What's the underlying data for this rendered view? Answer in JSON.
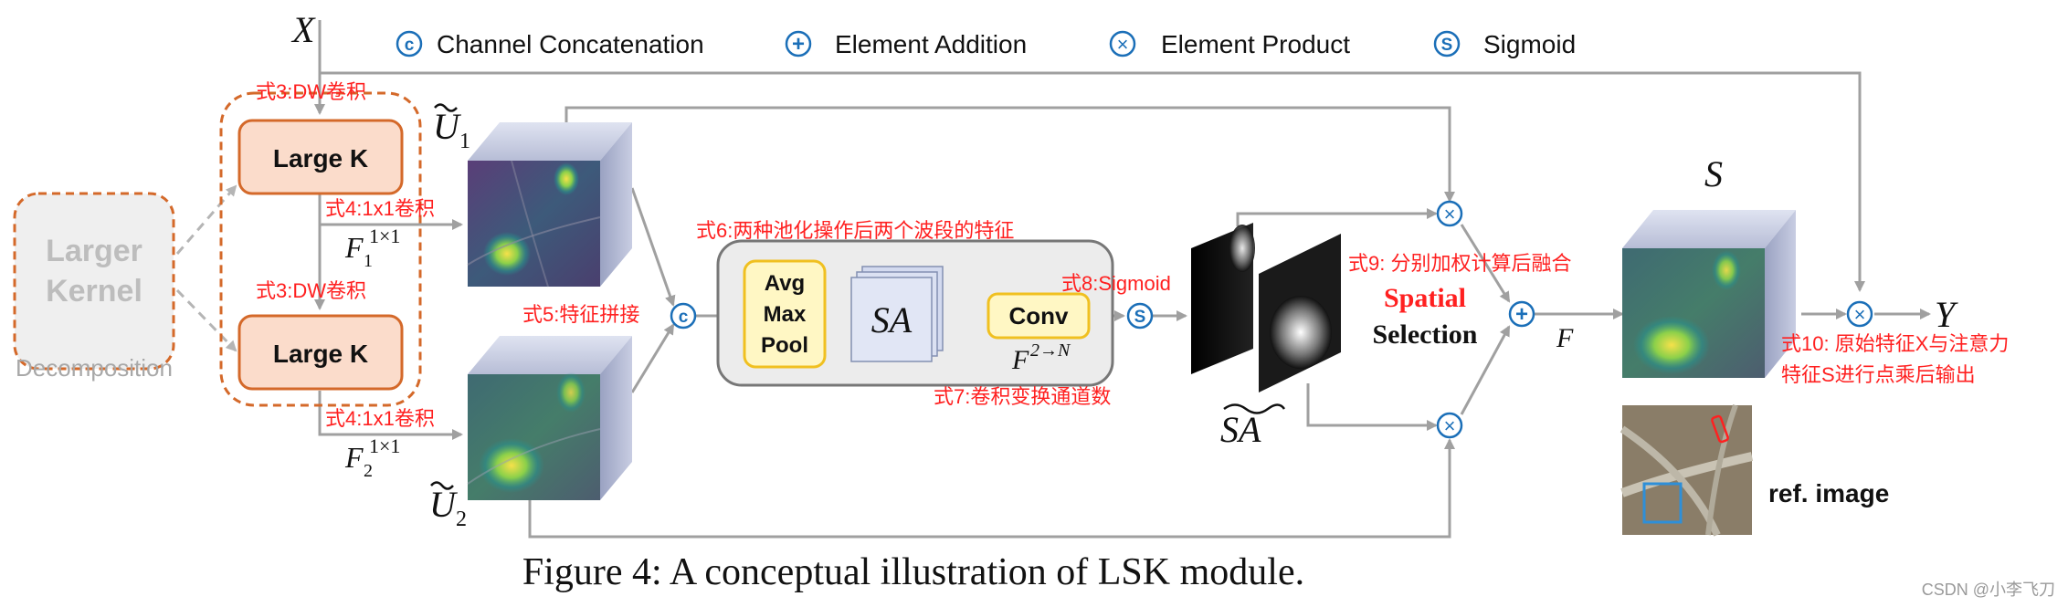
{
  "legend": {
    "concat_symbol": "c",
    "concat_label": "Channel Concatenation",
    "add_symbol": "+",
    "add_label": "Element Addition",
    "product_symbol": "×",
    "product_label": "Element Product",
    "sigmoid_symbol": "S",
    "sigmoid_label": "Sigmoid"
  },
  "nodes": {
    "input_x": "X",
    "output_y": "Y",
    "larger_kernel_line1": "Larger",
    "larger_kernel_line2": "Kernel",
    "decomposition": "Decomposition",
    "large_k_1": "Large K",
    "large_k_2": "Large K",
    "u1": "U",
    "u1_sub": "1",
    "u2": "U",
    "u2_sub": "2",
    "f1": "F",
    "f1_sub": "1",
    "f1_sup": "1×1",
    "f2": "F",
    "f2_sub": "2",
    "f2_sup": "1×1",
    "avg": "Avg",
    "max": "Max",
    "pool": "Pool",
    "sa": "SA",
    "conv": "Conv",
    "f2n": "F",
    "f2n_sup": "2→N",
    "sa_tilde": "SA",
    "spatial": "Spatial",
    "selection": "Selection",
    "f_script": "F",
    "s_label": "S",
    "ref_image": "ref. image"
  },
  "annotations": {
    "eq3_top": "式3:DW卷积",
    "eq3_bottom": "式3:DW卷积",
    "eq4_top": "式4:1x1卷积",
    "eq4_bottom": "式4:1x1卷积",
    "eq5": "式5:特征拼接",
    "eq6": "式6:两种池化操作后两个波段的特征",
    "eq7": "式7:卷积变换通道数",
    "eq8": "式8:Sigmoid",
    "eq9": "式9: 分别加权计算后融合",
    "eq10_line1": "式10: 原始特征X与注意力",
    "eq10_line2": "特征S进行点乘后输出"
  },
  "caption": "Figure 4: A conceptual illustration of LSK module.",
  "watermark": "CSDN @小李飞刀"
}
